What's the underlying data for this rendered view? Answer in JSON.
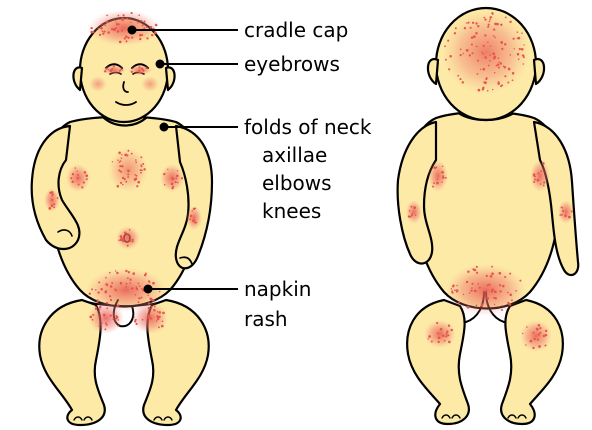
{
  "labels": {
    "cradle_cap": "cradle cap",
    "eyebrows": "eyebrows",
    "folds_of_neck": "folds of neck",
    "axillae": "axillae",
    "elbows": "elbows",
    "knees": "knees",
    "napkin": "napkin",
    "rash": "rash"
  },
  "colors": {
    "skin": "#fdeaa6",
    "outline": "#000000",
    "rash": "#e8554e"
  }
}
